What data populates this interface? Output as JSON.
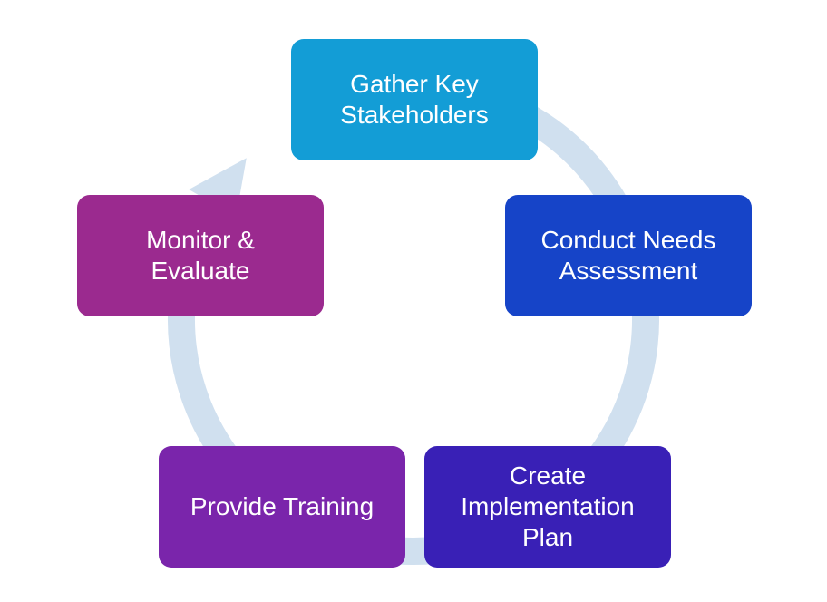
{
  "diagram": {
    "type": "cycle",
    "ring_color": "#d0e0ef",
    "steps": [
      {
        "label": "Gather Key\nStakeholders",
        "color": "#139dd6"
      },
      {
        "label": "Conduct Needs\nAssessment",
        "color": "#1644c8"
      },
      {
        "label": "Create\nImplementation\nPlan",
        "color": "#3920b6"
      },
      {
        "label": "Provide Training",
        "color": "#7a25ab"
      },
      {
        "label": "Monitor &\nEvaluate",
        "color": "#9b2a8f"
      }
    ]
  }
}
